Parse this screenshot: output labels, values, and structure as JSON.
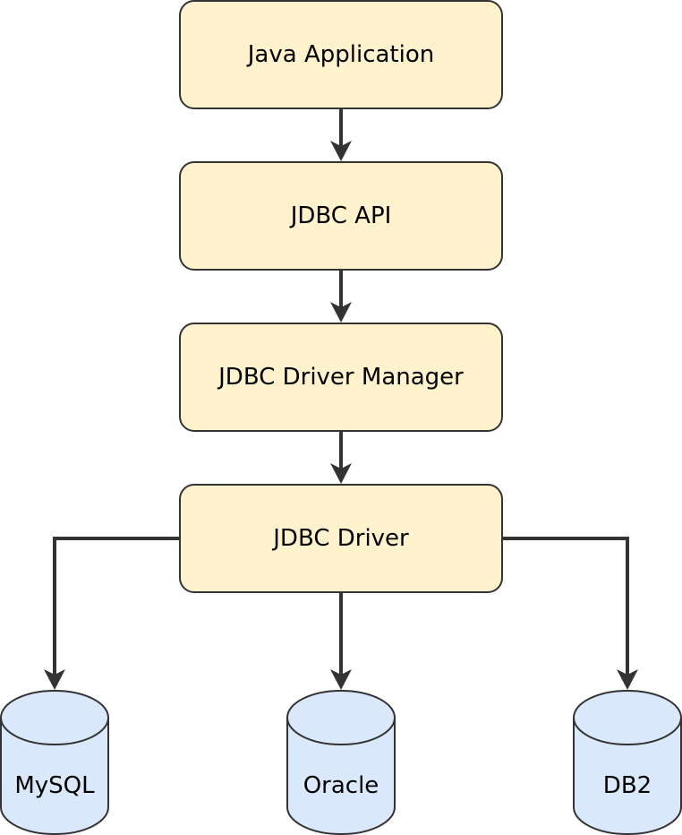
{
  "diagram": {
    "colors": {
      "box_fill": "#fff2cc",
      "db_fill": "#dae8fc",
      "stroke": "#333333",
      "text": "#000000"
    },
    "boxes": [
      {
        "id": "java-application",
        "label": "Java Application"
      },
      {
        "id": "jdbc-api",
        "label": "JDBC API"
      },
      {
        "id": "jdbc-driver-manager",
        "label": "JDBC Driver Manager"
      },
      {
        "id": "jdbc-driver",
        "label": "JDBC Driver"
      }
    ],
    "databases": [
      {
        "id": "mysql",
        "label": "MySQL"
      },
      {
        "id": "oracle",
        "label": "Oracle"
      },
      {
        "id": "db2",
        "label": "DB2"
      }
    ],
    "edges": [
      {
        "from": "java-application",
        "to": "jdbc-api"
      },
      {
        "from": "jdbc-api",
        "to": "jdbc-driver-manager"
      },
      {
        "from": "jdbc-driver-manager",
        "to": "jdbc-driver"
      },
      {
        "from": "jdbc-driver",
        "to": "mysql"
      },
      {
        "from": "jdbc-driver",
        "to": "oracle"
      },
      {
        "from": "jdbc-driver",
        "to": "db2"
      }
    ]
  }
}
